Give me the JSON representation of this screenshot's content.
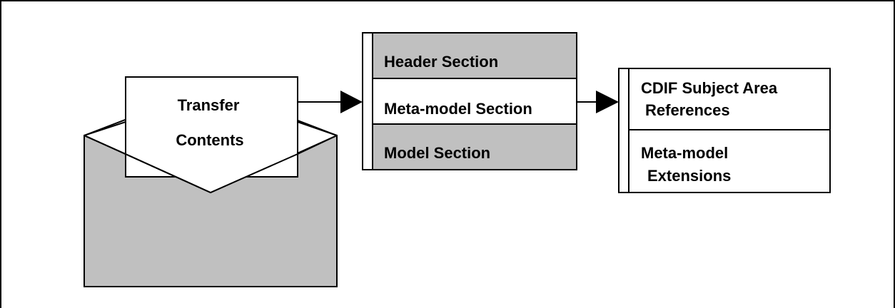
{
  "envelope": {
    "line1": "Transfer",
    "line2": "Contents"
  },
  "sections": {
    "header": "Header Section",
    "meta_model": "Meta-model Section",
    "model": "Model Section"
  },
  "meta_model_parts": {
    "subject_area_line1": "CDIF Subject Area",
    "subject_area_line2": "References",
    "extensions_line1": "Meta-model",
    "extensions_line2": "Extensions"
  },
  "colors": {
    "fill_gray": "#c0c0c0",
    "stroke": "#000000",
    "background": "#ffffff"
  }
}
